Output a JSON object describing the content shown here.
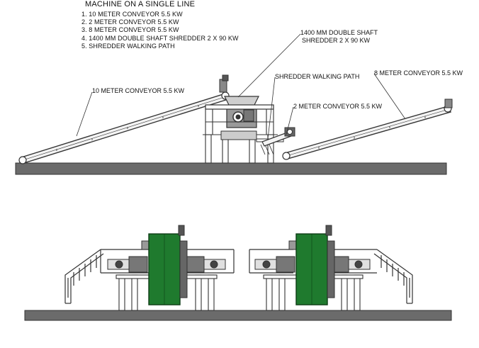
{
  "title": "MACHINE ON A SINGLE LINE",
  "legend": [
    "1. 10 METER CONVEYOR 5.5 KW",
    "2. 2 METER CONVEYOR 5.5 KW",
    "3. 8 METER CONVEYOR 5.5 KW",
    "4. 1400 MM DOUBLE SHAFT SHREDDER 2 X 90 KW",
    "5. SHREDDER WALKING PATH"
  ],
  "callouts": {
    "conv10": "10 METER CONVEYOR 5.5 KW",
    "shredder_line1": "1400 MM DOUBLE SHAFT",
    "shredder_line2": "SHREDDER 2 X 90 KW",
    "walking_path": "SHREDDER WALKING PATH",
    "conv8": "8 METER CONVEYOR 5.5 KW",
    "conv2": "2 METER CONVEYOR 5.5 KW"
  },
  "colors": {
    "ground": "#6b6b6b",
    "steel": "#333333",
    "hopper_green": "#1f7a2e"
  }
}
